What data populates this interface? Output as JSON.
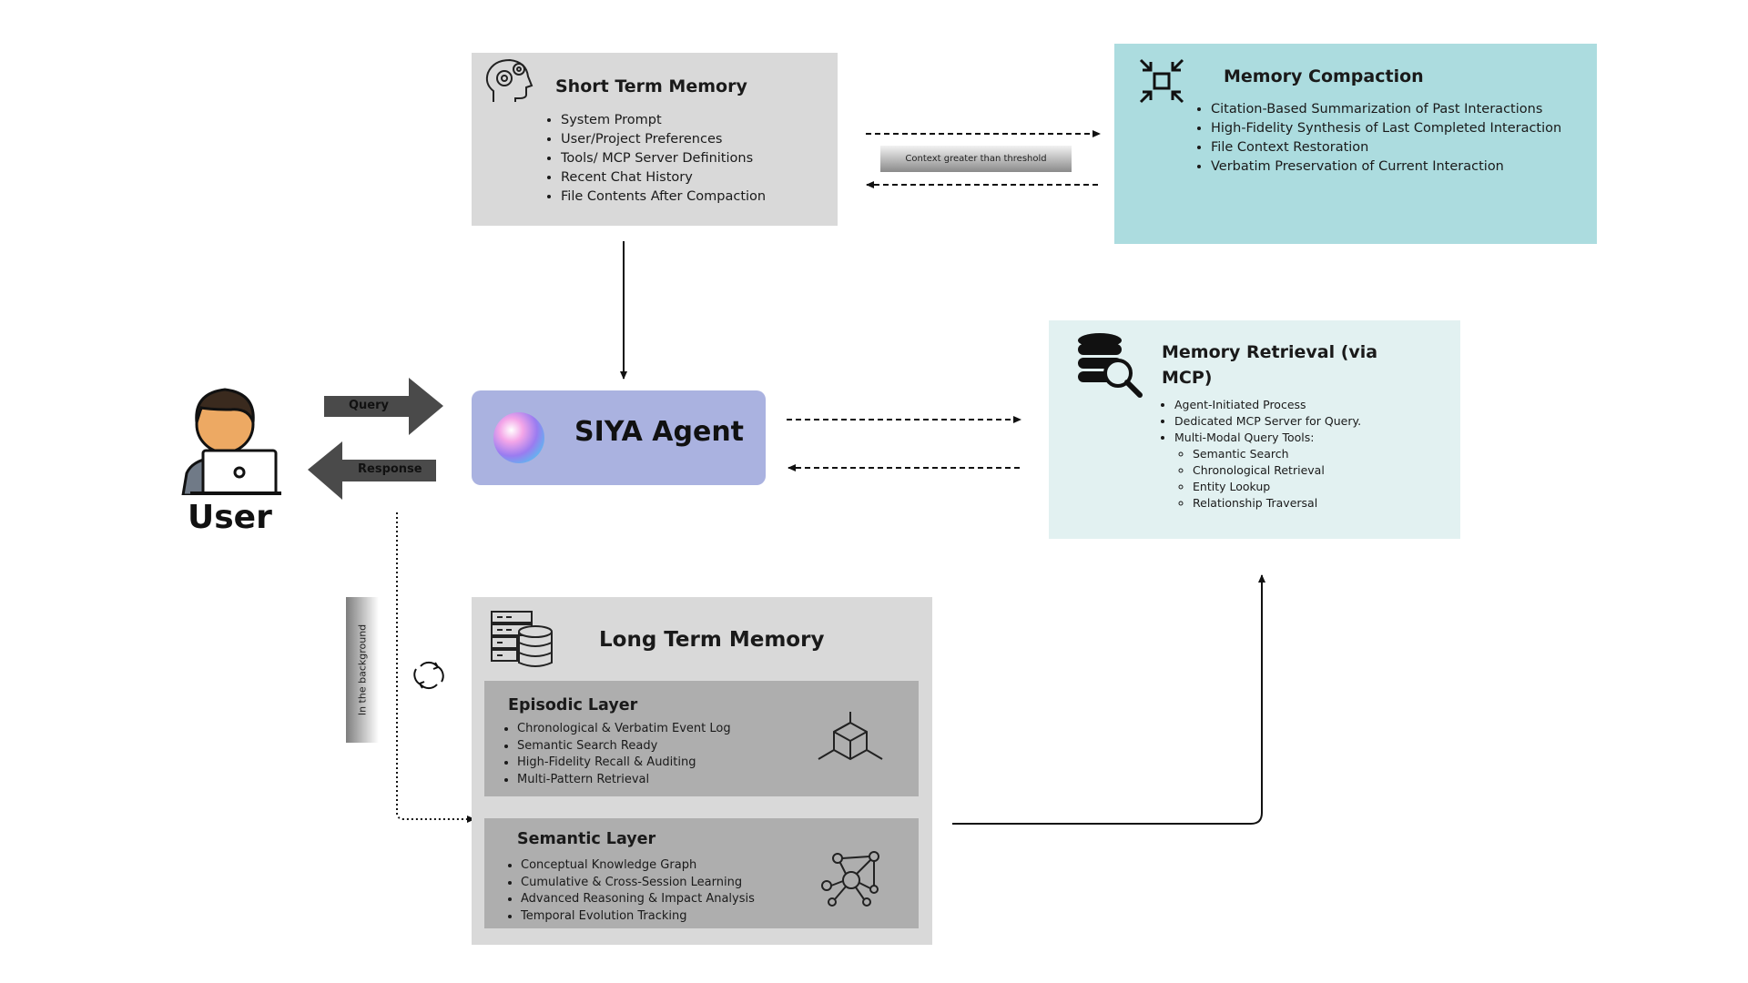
{
  "user": {
    "label": "User"
  },
  "arrows": {
    "query": "Query",
    "response": "Response"
  },
  "short_term_memory": {
    "title": "Short Term Memory",
    "items": [
      "System Prompt",
      "User/Project Preferences",
      "Tools/ MCP Server Definitions",
      "Recent Chat History",
      "File Contents After Compaction"
    ]
  },
  "compaction_link": {
    "label": "Context greater than threshold"
  },
  "memory_compaction": {
    "title": "Memory Compaction",
    "items": [
      "Citation-Based Summarization of Past Interactions",
      "High-Fidelity Synthesis of Last Completed Interaction",
      "File Context Restoration",
      "Verbatim Preservation of Current Interaction"
    ]
  },
  "agent": {
    "title": "SIYA Agent"
  },
  "memory_retrieval": {
    "title_line1": "Memory Retrieval (via",
    "title_line2": "MCP)",
    "items": [
      "Agent-Initiated Process",
      "Dedicated MCP Server for Query."
    ],
    "tools_label": "Multi-Modal Query Tools:",
    "tools": [
      "Semantic Search",
      "Chronological Retrieval",
      "Entity Lookup",
      "Relationship Traversal"
    ]
  },
  "background": {
    "label": "In the background"
  },
  "long_term_memory": {
    "title": "Long Term Memory",
    "episodic": {
      "title": "Episodic Layer",
      "items": [
        "Chronological & Verbatim Event Log",
        "Semantic Search Ready",
        "High-Fidelity Recall & Auditing",
        "Multi-Pattern Retrieval"
      ]
    },
    "semantic": {
      "title": "Semantic Layer",
      "items": [
        "Conceptual Knowledge Graph",
        "Cumulative & Cross-Session Learning",
        "Advanced Reasoning & Impact Analysis",
        "Temporal Evolution Tracking"
      ]
    }
  },
  "colors": {
    "short_term_bg": "#d9d9d9",
    "compaction_bg": "#acdcdf",
    "retrieval_bg": "#e2f1f1",
    "agent_bg": "#aab2e0",
    "long_term_bg": "#d9d9d9",
    "layer_bg": "#aeaeae",
    "block_arrow": "#4a4a4a"
  }
}
